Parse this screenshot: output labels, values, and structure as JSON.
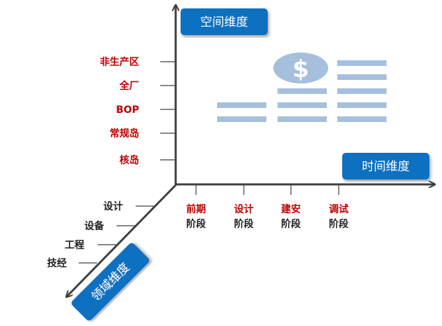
{
  "axes": {
    "space": {
      "label": "空间维度",
      "ticks": [
        "非生产区",
        "全厂",
        "BOP",
        "常规岛",
        "核岛"
      ]
    },
    "time": {
      "label": "时间维度",
      "ticks": [
        {
          "top": "前期",
          "bottom": "阶段"
        },
        {
          "top": "设计",
          "bottom": "阶段"
        },
        {
          "top": "建安",
          "bottom": "阶段"
        },
        {
          "top": "调试",
          "bottom": "阶段"
        }
      ]
    },
    "domain": {
      "label": "领域维度",
      "ticks": [
        "设计",
        "设备",
        "工程",
        "技经"
      ]
    }
  },
  "icon": {
    "symbol": "$",
    "name": "dollar-coin-stack-icon"
  },
  "colors": {
    "box": "#1070c0",
    "axis": "#404040",
    "red": "#c00000",
    "bars": "#a5bfdd"
  }
}
